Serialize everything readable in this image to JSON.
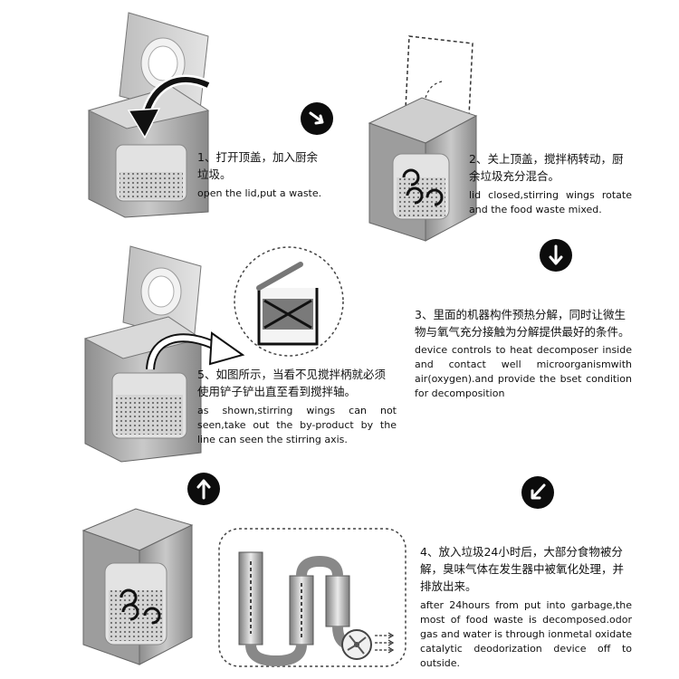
{
  "steps": [
    {
      "zh": "1、打开顶盖，加入厨余垃圾。",
      "en": "open the lid,put a waste."
    },
    {
      "zh": "2、关上顶盖，搅拌柄转动，厨余垃圾充分混合。",
      "en": "lid closed,stirring wings rotate and the food waste mixed."
    },
    {
      "zh": "3、里面的机器构件预热分解，同时让微生物与氧气充分接触为分解提供最好的条件。",
      "en": "device controls to heat decomposer inside and contact well microorganismwith air(oxygen).and provide the bset condition for decomposition"
    },
    {
      "zh": "4、放入垃圾24小时后，大部分食物被分解，臭味气体在发生器中被氧化处理，并排放出来。",
      "en": "after 24hours from put into garbage,the most of food waste is decomposed.odor gas and water is through ionmetal oxidate catalytic deodorization device off to outside."
    },
    {
      "zh": "5、如图所示，当看不见搅拌柄就必须使用铲子铲出直至看到搅拌轴。",
      "en": "as shown,stirring wings can not seen,take out the by-product by the line can seen the stirring axis."
    }
  ],
  "icons": {
    "arrow1": "arrow-right-down-icon",
    "arrow2": "arrow-down-icon",
    "arrow3": "arrow-down-left-icon",
    "arrow4": "arrow-up-icon"
  }
}
